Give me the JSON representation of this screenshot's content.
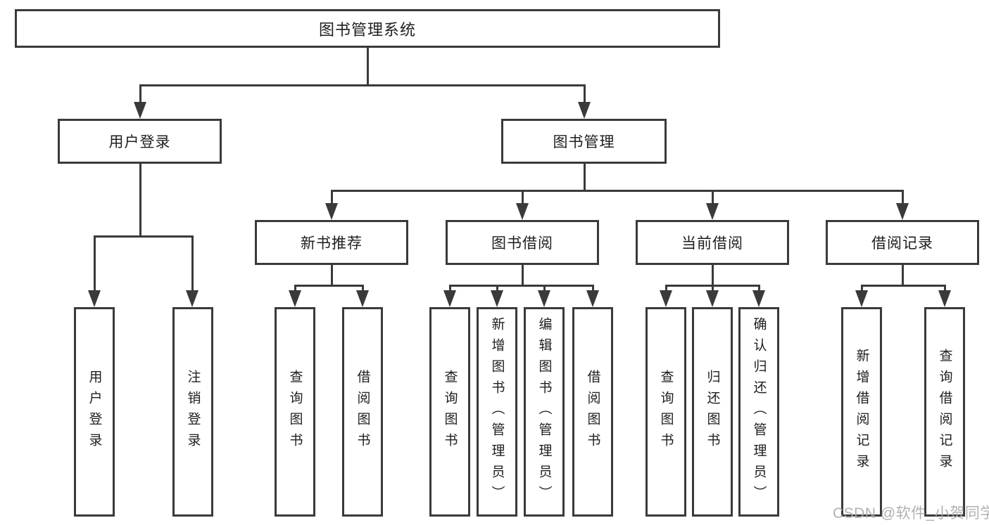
{
  "diagram": {
    "type": "tree",
    "root": {
      "label": "图书管理系统"
    },
    "level2": [
      {
        "id": "user-login",
        "label": "用户登录"
      },
      {
        "id": "book-management",
        "label": "图书管理"
      }
    ],
    "level3": [
      {
        "id": "new-book-recommend",
        "label": "新书推荐",
        "parent": "book-management"
      },
      {
        "id": "book-borrow",
        "label": "图书借阅",
        "parent": "book-management"
      },
      {
        "id": "current-borrow",
        "label": "当前借阅",
        "parent": "book-management"
      },
      {
        "id": "borrow-records",
        "label": "借阅记录",
        "parent": "book-management"
      }
    ],
    "leaves": [
      {
        "label": "用户登录",
        "parent": "user-login"
      },
      {
        "label": "注销登录",
        "parent": "user-login"
      },
      {
        "label": "查询图书",
        "parent": "new-book-recommend"
      },
      {
        "label": "借阅图书",
        "parent": "new-book-recommend"
      },
      {
        "label": "查询图书",
        "parent": "book-borrow"
      },
      {
        "label": "新增图书（管理员）",
        "parent": "book-borrow"
      },
      {
        "label": "编辑图书（管理员）",
        "parent": "book-borrow"
      },
      {
        "label": "借阅图书",
        "parent": "book-borrow"
      },
      {
        "label": "查询图书",
        "parent": "current-borrow"
      },
      {
        "label": "归还图书",
        "parent": "current-borrow"
      },
      {
        "label": "确认归还（管理员）",
        "parent": "current-borrow"
      },
      {
        "label": "新增借阅记录",
        "parent": "borrow-records"
      },
      {
        "label": "查询借阅记录",
        "parent": "borrow-records"
      }
    ]
  },
  "watermark": {
    "text": "CSDN @软件_小贺同学"
  },
  "colors": {
    "line": "#3a3a3a",
    "text": "#1e1e1e",
    "background": "#ffffff",
    "watermark": "#aaaaaa"
  }
}
